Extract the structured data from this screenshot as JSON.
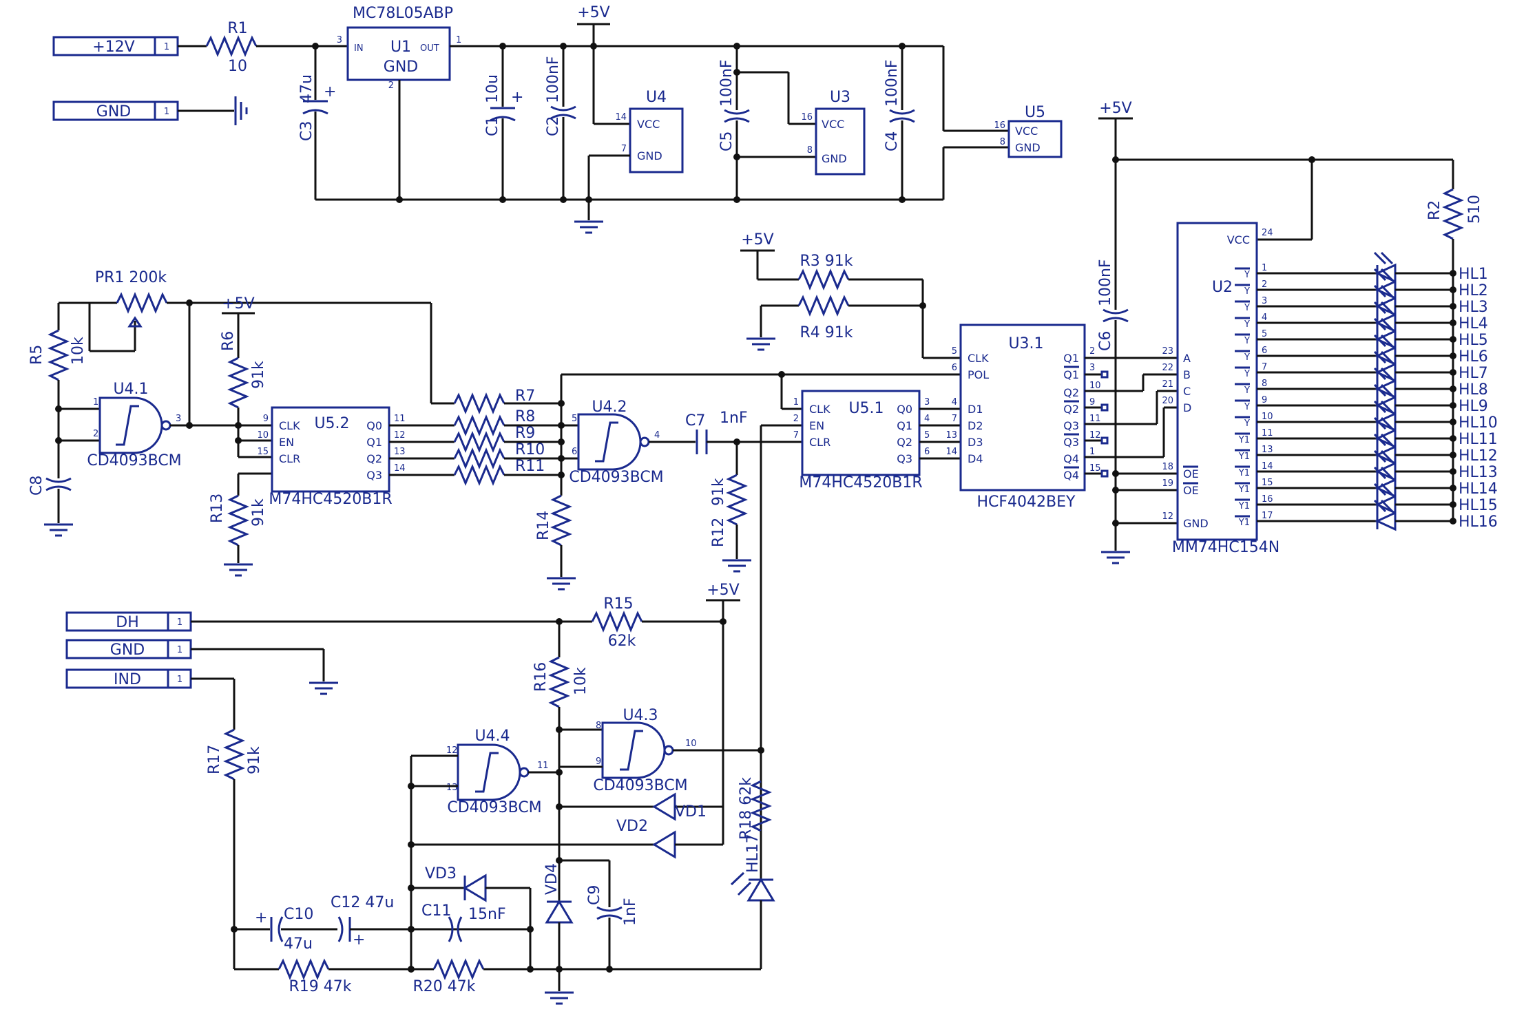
{
  "connectors": {
    "p12v": {
      "label": "+12V",
      "pin": "1"
    },
    "gnd1": {
      "label": "GND",
      "pin": "1"
    },
    "dh": {
      "label": "DH",
      "pin": "1"
    },
    "gnd2": {
      "label": "GND",
      "pin": "1"
    },
    "ind": {
      "label": "IND",
      "pin": "1"
    }
  },
  "supplies": {
    "v5": "+5V"
  },
  "regulator": {
    "name": "MC78L05ABP",
    "ref": "U1",
    "in": "IN",
    "out": "OUT",
    "gnd": "GND",
    "pin_in": "3",
    "pin_out": "1",
    "pin_gnd": "2"
  },
  "power_chips": {
    "u4": {
      "ref": "U4",
      "vcc": "VCC",
      "gnd": "GND",
      "pin_vcc": "14",
      "pin_gnd": "7"
    },
    "u3": {
      "ref": "U3",
      "vcc": "VCC",
      "gnd": "GND",
      "pin_vcc": "16",
      "pin_gnd": "8"
    },
    "u5": {
      "ref": "U5",
      "vcc": "VCC",
      "gnd": "GND",
      "pin_vcc": "16",
      "pin_gnd": "8"
    }
  },
  "resistors": {
    "r1": {
      "ref": "R1",
      "value": "10"
    },
    "r2": {
      "ref": "R2",
      "value": "510"
    },
    "r3": {
      "label": "R3 91k"
    },
    "r4": {
      "label": "R4 91k"
    },
    "r5": {
      "ref": "R5",
      "value": "10k"
    },
    "r6": {
      "ref": "R6",
      "value": "91k"
    },
    "r7": {
      "ref": "R7"
    },
    "r8": {
      "ref": "R8"
    },
    "r9": {
      "ref": "R9"
    },
    "r10": {
      "ref": "R10"
    },
    "r11": {
      "ref": "R11"
    },
    "r12": {
      "ref": "R12",
      "value": "91k"
    },
    "r13": {
      "ref": "R13",
      "value": "91k"
    },
    "r14": {
      "ref": "R14"
    },
    "r15": {
      "ref": "R15",
      "value": "62k"
    },
    "r16": {
      "ref": "R16",
      "value": "10k"
    },
    "r17": {
      "ref": "R17",
      "value": "91k"
    },
    "r18": {
      "label": "R18 62k"
    },
    "r19": {
      "label": "R19 47k"
    },
    "r20": {
      "label": "R20 47k"
    },
    "pr1": {
      "label": "PR1 200k"
    }
  },
  "capacitors": {
    "c1": {
      "ref": "C1",
      "value": "10u"
    },
    "c2": {
      "ref": "C2",
      "value": "100nF"
    },
    "c3": {
      "ref": "C3",
      "value": "47u"
    },
    "c4": {
      "ref": "C4",
      "value": "100nF"
    },
    "c5": {
      "ref": "C5",
      "value": "100nF"
    },
    "c6": {
      "ref": "C6",
      "value": "100nF"
    },
    "c7": {
      "ref": "C7",
      "value": "1nF"
    },
    "c8": {
      "ref": "C8"
    },
    "c9": {
      "ref": "C9",
      "value": "1nF"
    },
    "c10": {
      "ref": "C10",
      "value": "47u"
    },
    "c11": {
      "ref": "C11",
      "value": "15nF"
    },
    "c12": {
      "label": "C12 47u"
    }
  },
  "gates": {
    "u41": {
      "ref": "U4.1",
      "part": "CD4093BCM",
      "pins": [
        "1",
        "2",
        "3"
      ]
    },
    "u42": {
      "ref": "U4.2",
      "part": "CD4093BCM",
      "pins": [
        "5",
        "6",
        "4"
      ]
    },
    "u43": {
      "ref": "U4.3",
      "part": "CD4093BCM",
      "pins": [
        "8",
        "9",
        "10"
      ]
    },
    "u44": {
      "ref": "U4.4",
      "part": "CD4093BCM",
      "pins": [
        "12",
        "13",
        "11"
      ]
    }
  },
  "counter_u52": {
    "ref": "U5.2",
    "part": "M74HC4520B1R",
    "left": [
      "CLK",
      "EN",
      "CLR"
    ],
    "left_pins": [
      "9",
      "10",
      "15"
    ],
    "right": [
      "Q0",
      "Q1",
      "Q2",
      "Q3"
    ],
    "right_pins": [
      "11",
      "12",
      "13",
      "14"
    ]
  },
  "counter_u51": {
    "ref": "U5.1",
    "part": "M74HC4520B1R",
    "left": [
      "CLK",
      "EN",
      "CLR"
    ],
    "left_pins": [
      "1",
      "2",
      "7"
    ],
    "right": [
      "Q0",
      "Q1",
      "Q2",
      "Q3"
    ],
    "right_pins": [
      "3",
      "4",
      "5",
      "6"
    ]
  },
  "latch_u31": {
    "ref": "U3.1",
    "part": "HCF4042BEY",
    "left": [
      "CLK",
      "POL",
      "D1",
      "D2",
      "D3",
      "D4"
    ],
    "left_pins": [
      "5",
      "6",
      "4",
      "7",
      "13",
      "14"
    ],
    "right": [
      "Q1",
      "Q1",
      "Q2",
      "Q2",
      "Q3",
      "Q3",
      "Q4",
      "Q4"
    ],
    "right_pins": [
      "2",
      "3",
      "10",
      "9",
      "11",
      "12",
      "1",
      "15"
    ]
  },
  "decoder_u2": {
    "ref": "U2",
    "part": "MM74HC154N",
    "vcc": "VCC",
    "vcc_pin": "24",
    "left": [
      "A",
      "B",
      "C",
      "D",
      "OE",
      "OE",
      "GND"
    ],
    "left_pins": [
      "23",
      "22",
      "21",
      "20",
      "18",
      "19",
      "12"
    ],
    "right": [
      "Y",
      "Y",
      "Y",
      "Y",
      "Y",
      "Y",
      "Y",
      "Y",
      "Y",
      "Y",
      "Y1",
      "Y1",
      "Y1",
      "Y1",
      "Y1",
      "Y1"
    ],
    "right_pins": [
      "1",
      "2",
      "3",
      "4",
      "5",
      "6",
      "7",
      "8",
      "9",
      "10",
      "11",
      "13",
      "14",
      "15",
      "16",
      "17"
    ]
  },
  "leds": [
    "HL1",
    "HL2",
    "HL3",
    "HL4",
    "HL5",
    "HL6",
    "HL7",
    "HL8",
    "HL9",
    "HL10",
    "HL11",
    "HL12",
    "HL13",
    "HL14",
    "HL15",
    "HL16"
  ],
  "hl17": "HL17",
  "diodes": {
    "vd1": "VD1",
    "vd2": "VD2",
    "vd3": "VD3",
    "vd4": "VD4"
  }
}
